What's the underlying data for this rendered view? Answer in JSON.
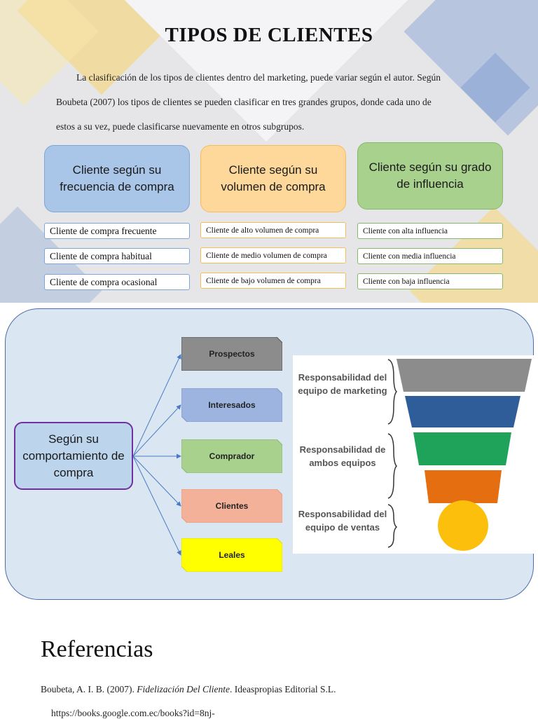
{
  "title": "TIPOS DE CLIENTES",
  "intro": {
    "line1": "La clasificación de los tipos de clientes dentro del marketing, puede variar según el autor. Según",
    "line2": "Boubeta (2007) los tipos de clientes se pueden clasificar en tres grandes grupos, donde cada uno de",
    "line3": "estos a su vez, puede clasificarse nuevamente en otros subgrupos."
  },
  "groups": [
    {
      "header": "Cliente según su frecuencia de compra",
      "color": "#a9c5e8",
      "border": "#7fa6d6",
      "items": [
        "Cliente de compra frecuente",
        "Cliente de compra habitual",
        "Cliente de compra ocasional"
      ]
    },
    {
      "header": "Cliente según su volumen de compra",
      "color": "#fdd89a",
      "border": "#f5bc5a",
      "items": [
        "Cliente de alto volumen de compra",
        "Cliente de medio volumen de compra",
        "Cliente de bajo volumen de compra"
      ]
    },
    {
      "header": "Cliente según su grado de influencia",
      "color": "#a9d18e",
      "border": "#84b96a",
      "items": [
        "Cliente con alta influencia",
        "Cliente con media influencia",
        "Cliente con baja influencia"
      ]
    }
  ],
  "behavior": {
    "center": "Según su comportamiento de compra",
    "stages": [
      {
        "label": "Prospectos",
        "color": "#8c8c8c"
      },
      {
        "label": "Interesados",
        "color": "#9db3e0"
      },
      {
        "label": "Comprador",
        "color": "#a9d18e"
      },
      {
        "label": "Clientes",
        "color": "#f4b199"
      },
      {
        "label": "Leales",
        "color": "#ffff00"
      }
    ]
  },
  "funnel": {
    "labels": [
      "Responsabilidad del equipo de marketing",
      "Responsabilidad de ambos equipos",
      "Responsabilidad del equipo de ventas"
    ],
    "colors": [
      "#8c8c8c",
      "#2e5d9a",
      "#1fa35a",
      "#e56e10",
      "#fcc00c"
    ]
  },
  "references": {
    "heading": "Referencias",
    "citation_prefix": "Boubeta, A. I. B. (2007). ",
    "citation_title": "Fidelización Del Cliente",
    "citation_suffix": ". Ideaspropias Editorial S.L.",
    "url": "https://books.google.com.ec/books?id=8nj-"
  }
}
